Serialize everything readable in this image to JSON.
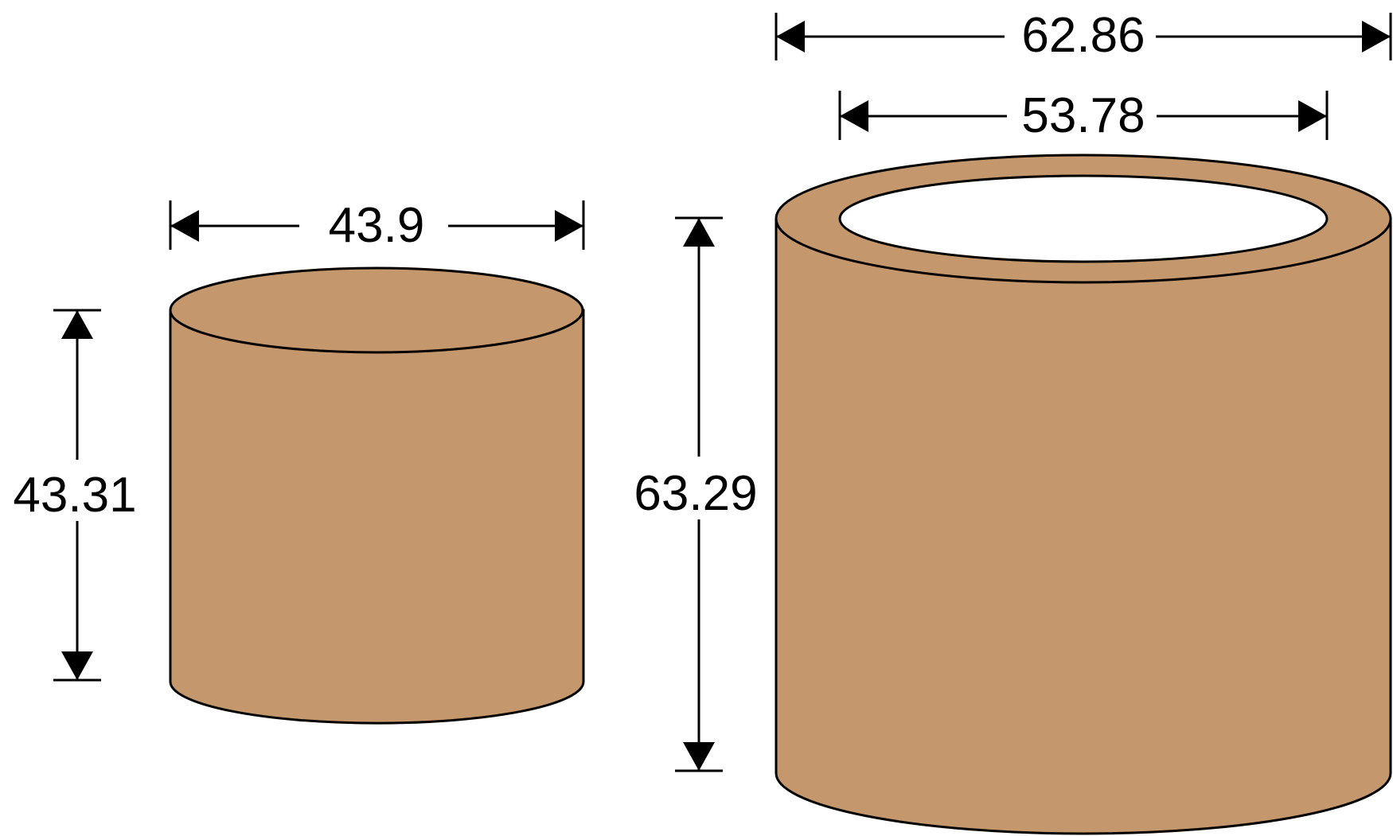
{
  "colors": {
    "cylinder_fill": "#c4976c",
    "outline": "#000000",
    "hole_fill": "#ffffff",
    "background": "#ffffff"
  },
  "solid_cylinder": {
    "diameter_label": "43.9",
    "height_label": "43.31"
  },
  "hollow_cylinder": {
    "outer_diameter_label": "62.86",
    "inner_diameter_label": "53.78",
    "height_label": "63.29"
  }
}
